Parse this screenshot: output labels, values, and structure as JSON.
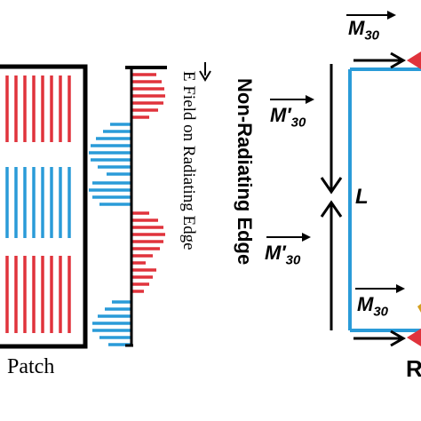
{
  "labels": {
    "patch": "Patch",
    "e_field": "E Field on Radiating Edge",
    "non_radiating": "Non-Radiating Edge",
    "length": "L",
    "m30": "M",
    "m30_sub": "30",
    "m30_prime": "M′",
    "m30_prime_sub": "30",
    "cut_right": "R"
  },
  "colors": {
    "red": "#e0333c",
    "blue": "#2a9bd8",
    "black": "#000000"
  },
  "icons": {
    "direction_arrow": "down-arrow-icon",
    "vector_arrow": "right-arrow-icon"
  }
}
